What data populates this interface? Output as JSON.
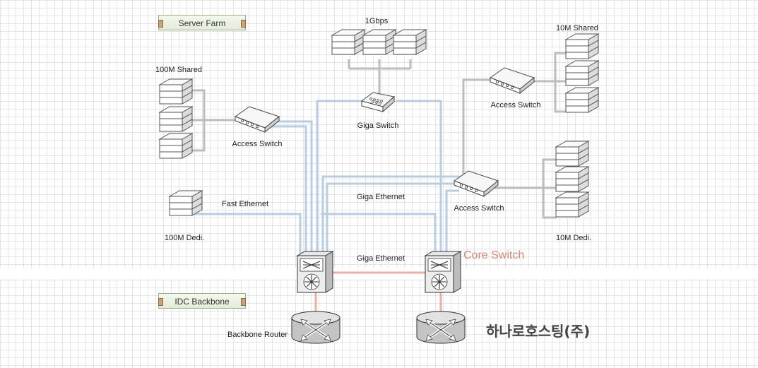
{
  "tags": {
    "server_farm": "Server Farm",
    "idc_backbone": "IDC Backbone"
  },
  "groups": {
    "gbps": "1Gbps",
    "shared_100m": "100M Shared",
    "shared_10m": "10M Shared",
    "dedi_100m": "100M Dedi.",
    "dedi_10m": "10M Dedi."
  },
  "devices": {
    "giga_switch": "Giga Switch",
    "access_switch_left": "Access Switch",
    "access_switch_right_top": "Access Switch",
    "access_switch_right_mid": "Access Switch",
    "core_switch": "Core Switch",
    "backbone_router": "Backbone Router"
  },
  "links": {
    "fast_ethernet": "Fast Ethernet",
    "giga_ethernet_upper": "Giga Ethernet",
    "giga_ethernet_core": "Giga Ethernet"
  },
  "brand": "하나로호스팅(주)",
  "colors": {
    "blue_link": "#b9cde0",
    "gray_link": "#bdbdbd",
    "red_link": "#e9aea4",
    "core_label": "#d0877a"
  }
}
